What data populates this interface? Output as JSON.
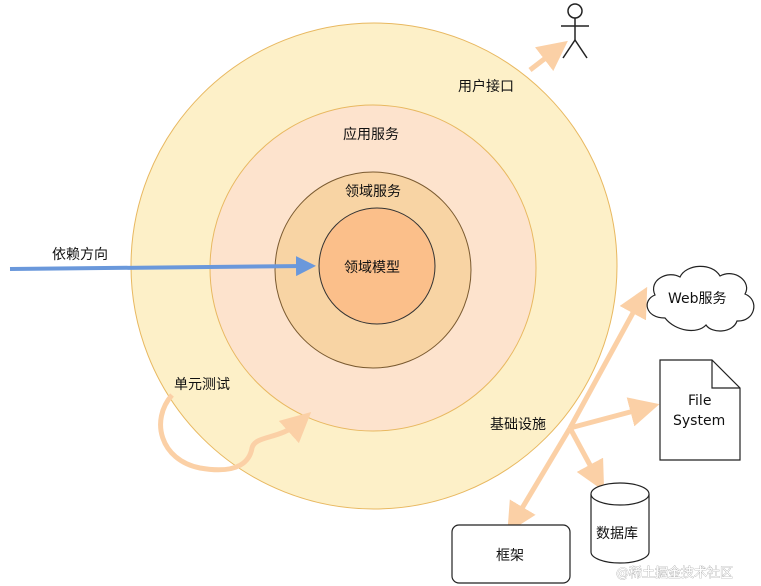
{
  "layers": {
    "outer": "用户接口",
    "second": "应用服务",
    "third": "领域服务",
    "core": "领域模型"
  },
  "labels": {
    "dependency": "依赖方向",
    "unit_test": "单元测试",
    "infrastructure": "基础设施"
  },
  "external": {
    "web_service": "Web服务",
    "file_system_line1": "File",
    "file_system_line2": "System",
    "database": "数据库",
    "framework": "框架"
  },
  "watermark": "@稀土掘金技术社区",
  "colors": {
    "outer_fill": "#fdf0c8",
    "second_fill": "#fde3cd",
    "third_fill": "#f8d4a4",
    "core_fill": "#fbbf8a",
    "ring_stroke": "#e8b860",
    "arrow_orange": "#fbd0a6",
    "arrow_blue": "#6a98db"
  }
}
